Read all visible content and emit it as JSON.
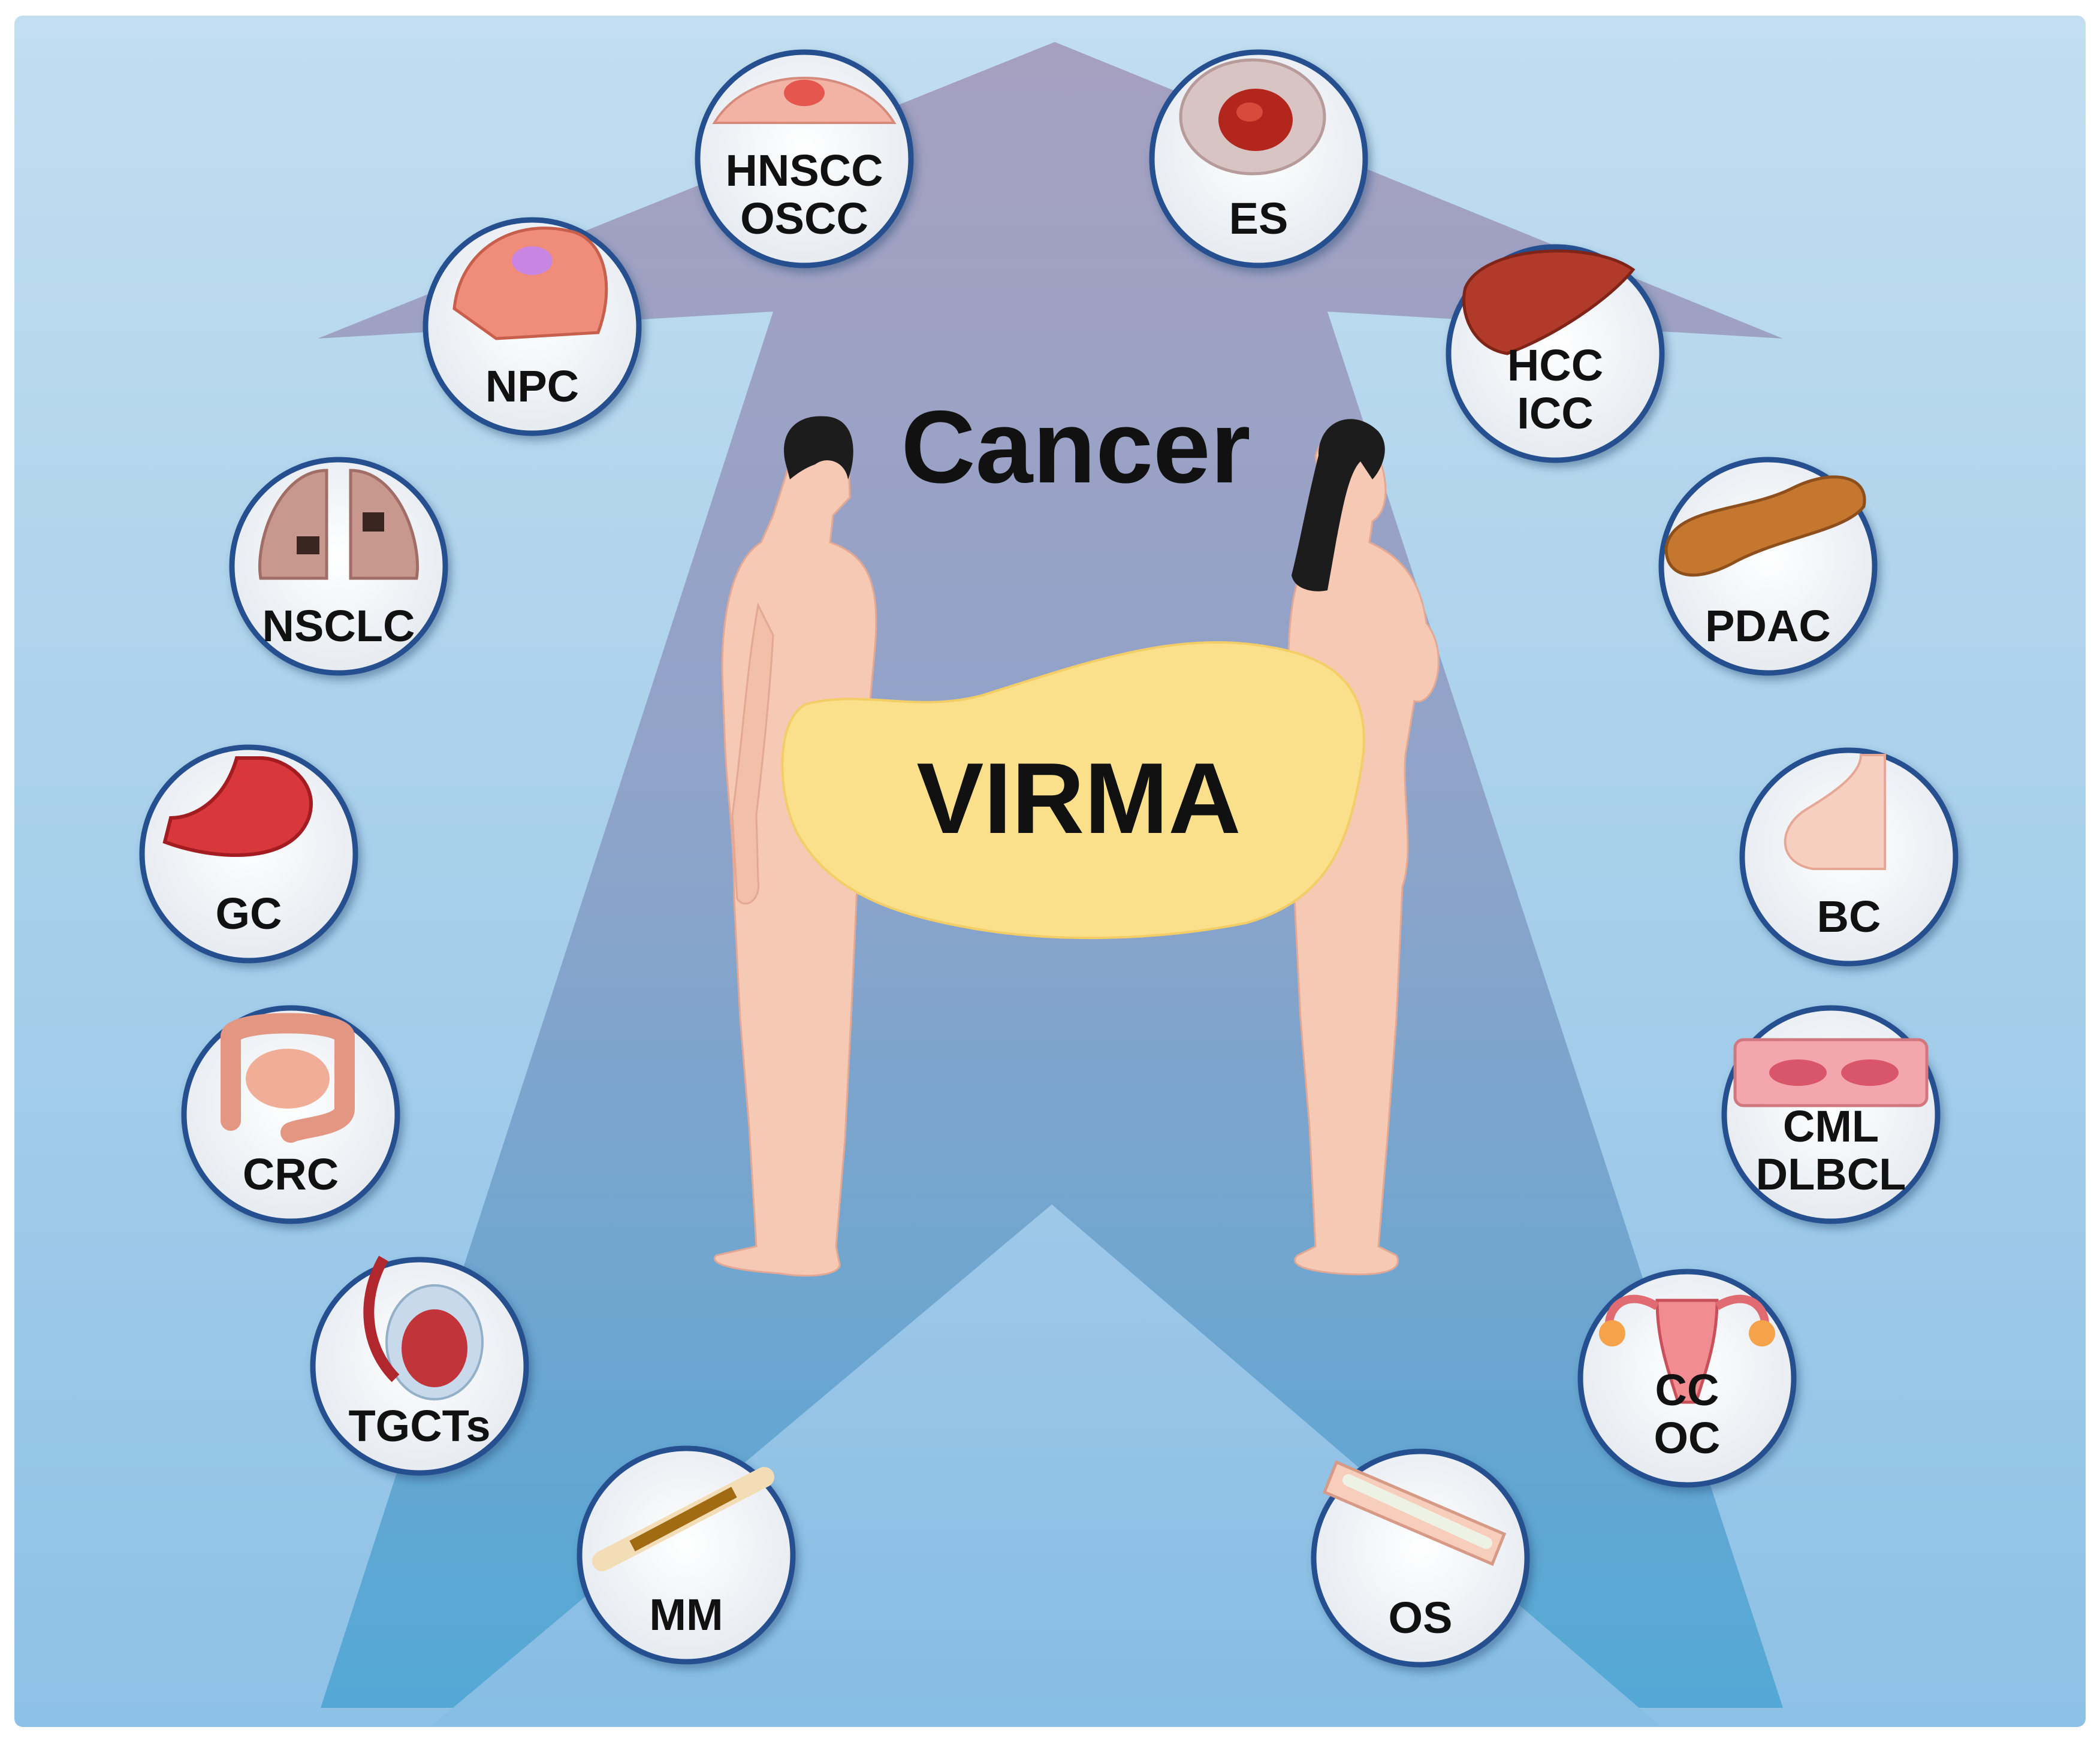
{
  "title": "Cancer",
  "center_label": "VIRMA",
  "colors": {
    "background": "#a9d2ec",
    "arrow": "#8fa0c4",
    "blob": "#fbe08c",
    "ring": "#27508f",
    "skin": "#f6c9b4",
    "hair": "#1c1c1c"
  },
  "figures": {
    "male": "male-silhouette",
    "female": "female-silhouette"
  },
  "cancers": {
    "hnscc": {
      "line1": "HNSCC",
      "line2": "OSCC",
      "icon": "oral-mucosa-icon"
    },
    "es": {
      "line1": "ES",
      "icon": "esophagus-tumor-icon"
    },
    "npc": {
      "line1": "NPC",
      "icon": "nasopharynx-icon"
    },
    "hcc": {
      "line1": "HCC",
      "line2": "ICC",
      "icon": "liver-icon"
    },
    "nsclc": {
      "line1": "NSCLC",
      "icon": "lungs-icon"
    },
    "pdac": {
      "line1": "PDAC",
      "icon": "pancreas-icon"
    },
    "gc": {
      "line1": "GC",
      "icon": "stomach-icon"
    },
    "bc": {
      "line1": "BC",
      "icon": "breast-icon"
    },
    "crc": {
      "line1": "CRC",
      "icon": "colon-icon"
    },
    "cml": {
      "line1": "CML",
      "line2": "DLBCL",
      "icon": "blood-cell-icon"
    },
    "tgct": {
      "line1": "TGCTs",
      "icon": "testis-icon"
    },
    "cc": {
      "line1": "CC",
      "line2": "OC",
      "icon": "uterus-icon"
    },
    "mm": {
      "line1": "MM",
      "icon": "bone-icon"
    },
    "os": {
      "line1": "OS",
      "icon": "limb-bone-icon"
    }
  }
}
